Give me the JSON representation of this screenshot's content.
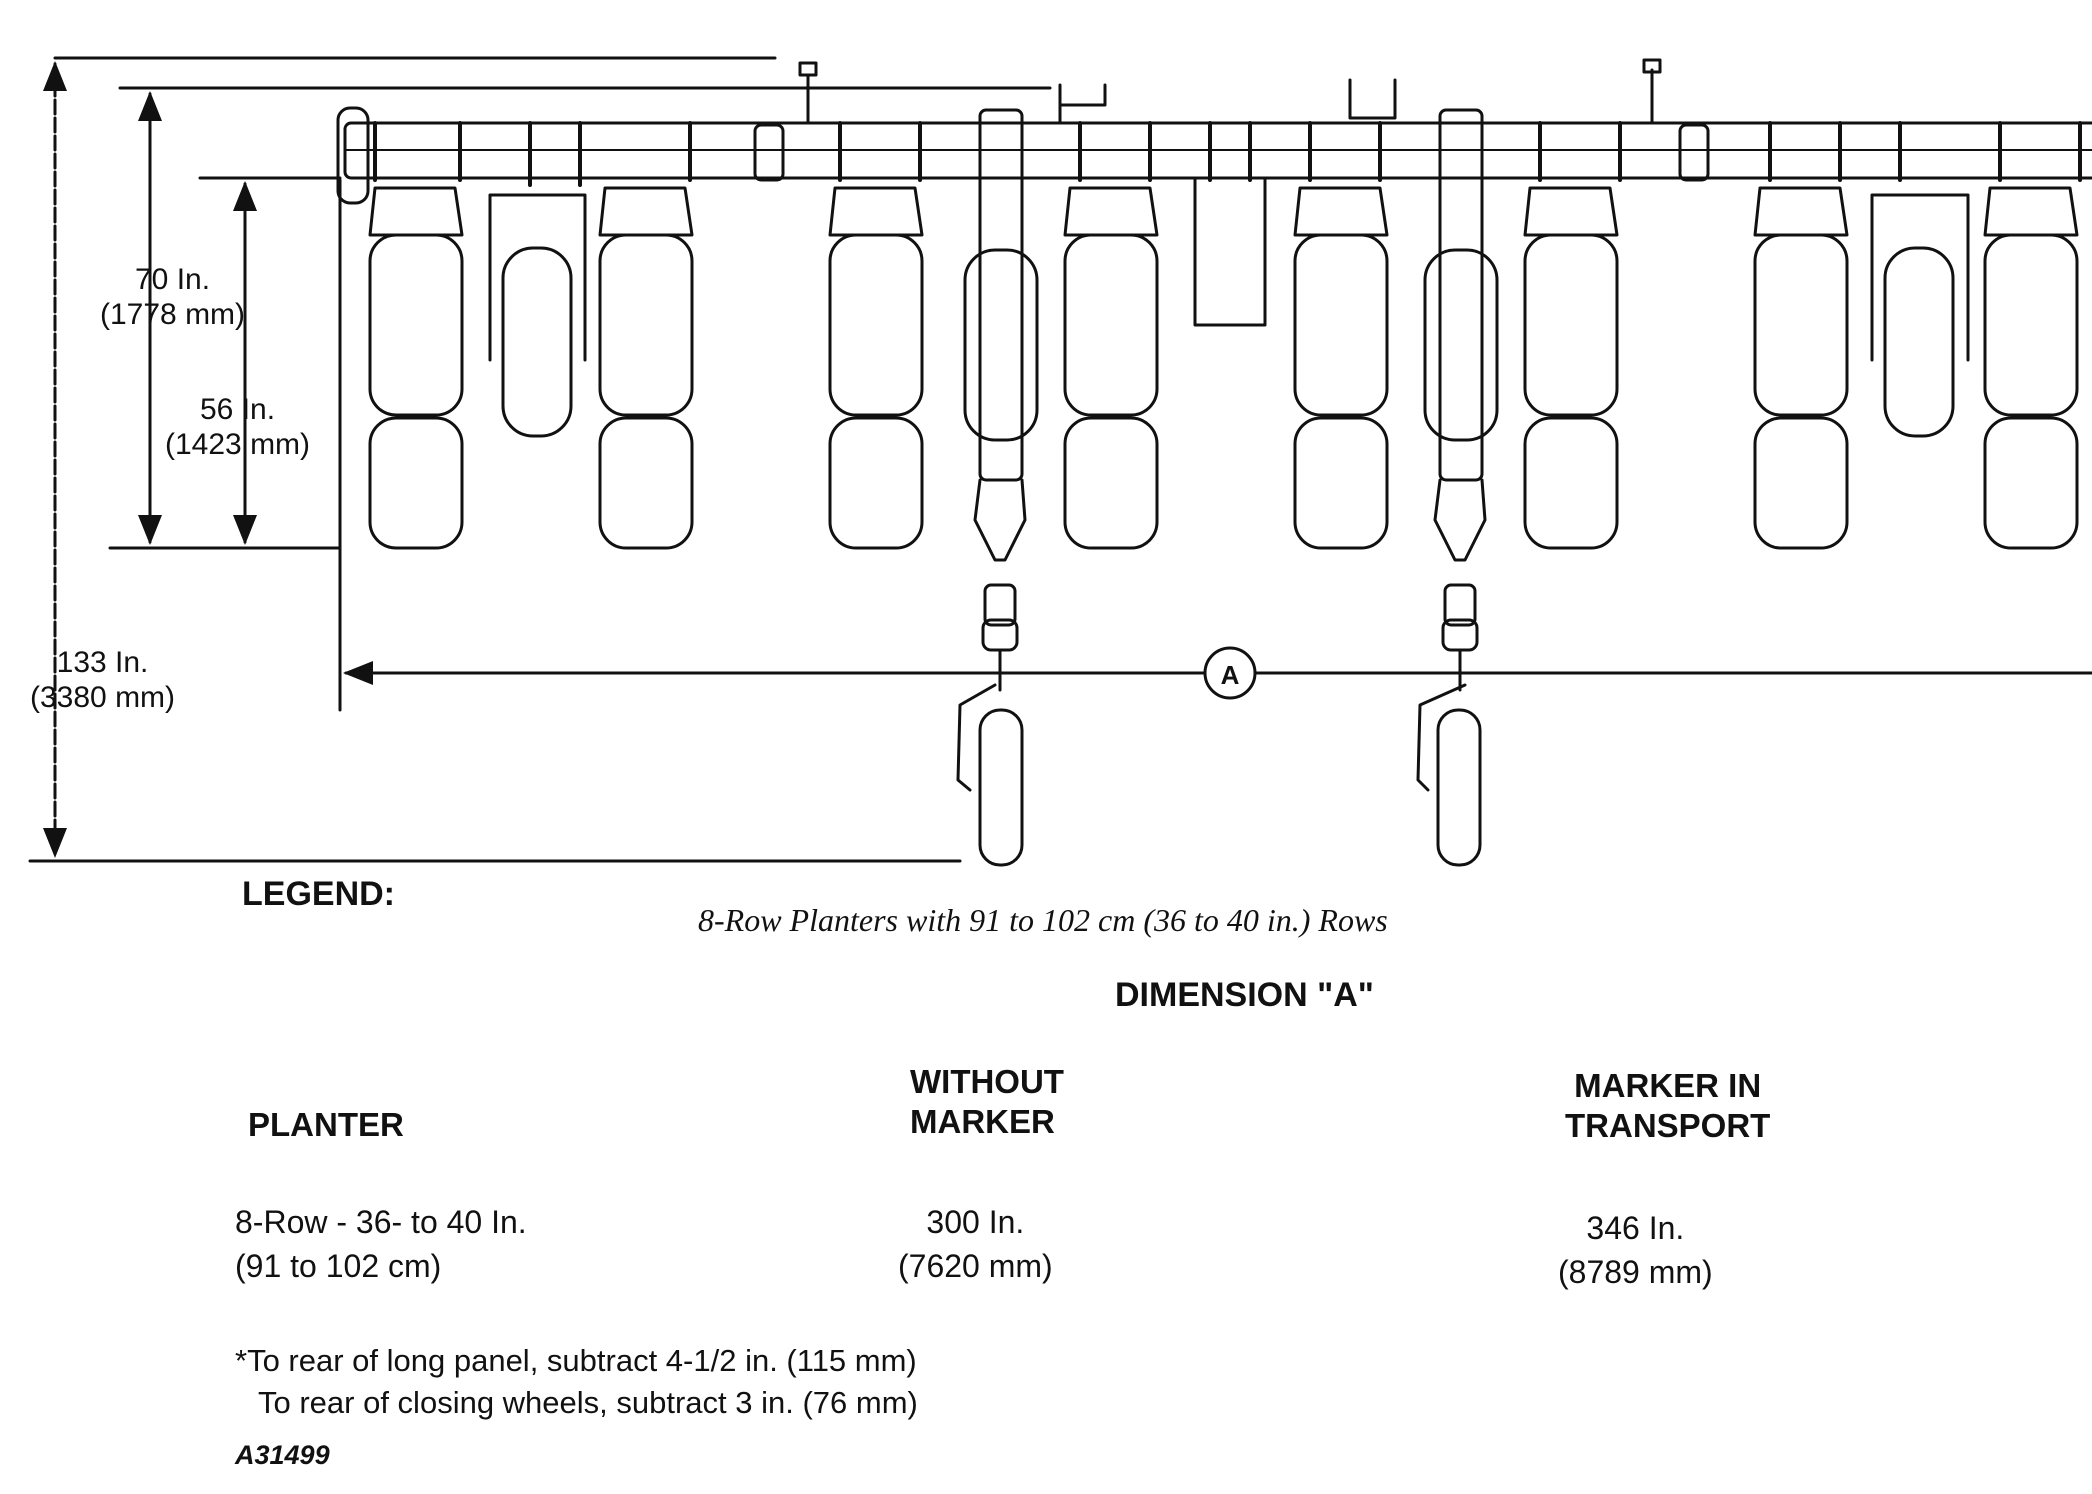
{
  "dimensions": {
    "overall_length": {
      "in": "133 In.",
      "mm": "(3380 mm)"
    },
    "hitch_to_frame": {
      "in": "70 In.",
      "mm": "(1778 mm)"
    },
    "frame_to_rear": {
      "in": "56 In.",
      "mm": "(1423 mm)"
    },
    "dimension_marker": "A"
  },
  "legend_label": "LEGEND:",
  "caption": "8-Row Planters with 91 to 102 cm (36 to 40 in.) Rows",
  "table": {
    "title": "DIMENSION \"A\"",
    "headers": {
      "planter": "PLANTER",
      "without_marker": [
        "WITHOUT",
        "MARKER"
      ],
      "marker_in_transport": [
        "MARKER IN",
        "TRANSPORT"
      ]
    },
    "rows": [
      {
        "planter": [
          "8-Row - 36- to 40 In.",
          "(91 to 102 cm)"
        ],
        "without_marker": [
          "300 In.",
          "(7620 mm)"
        ],
        "marker_in_transport": [
          "346 In.",
          "(8789 mm)"
        ]
      }
    ]
  },
  "notes": [
    "*To rear of long panel, subtract 4-1/2 in. (115 mm)",
    "To rear of closing wheels, subtract 3 in. (76 mm)"
  ],
  "figure_id": "A31499"
}
